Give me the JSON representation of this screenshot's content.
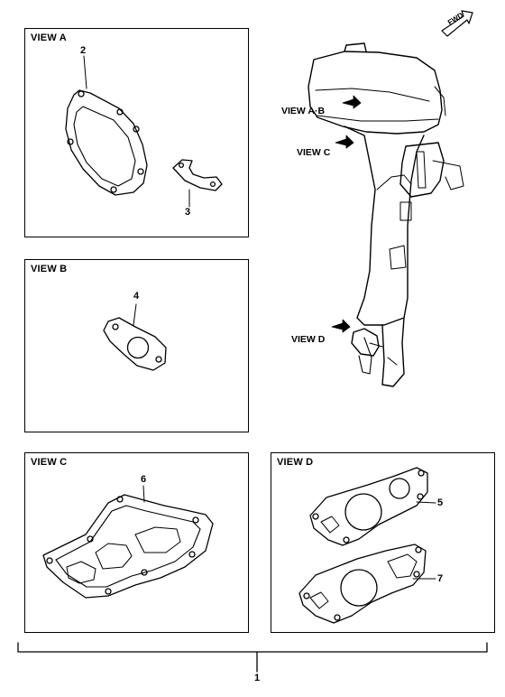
{
  "panels": {
    "view_a": {
      "title": "VIEW A"
    },
    "view_b": {
      "title": "VIEW B"
    },
    "view_c": {
      "title": "VIEW C"
    },
    "view_d": {
      "title": "VIEW D"
    }
  },
  "callouts": {
    "p1": "1",
    "p2": "2",
    "p3": "3",
    "p4": "4",
    "p5": "5",
    "p6": "6",
    "p7": "7"
  },
  "engine_labels": {
    "view_ab": "VIEW A·B",
    "view_c": "VIEW C",
    "view_d": "VIEW D"
  },
  "fwd_badge": "FWD"
}
